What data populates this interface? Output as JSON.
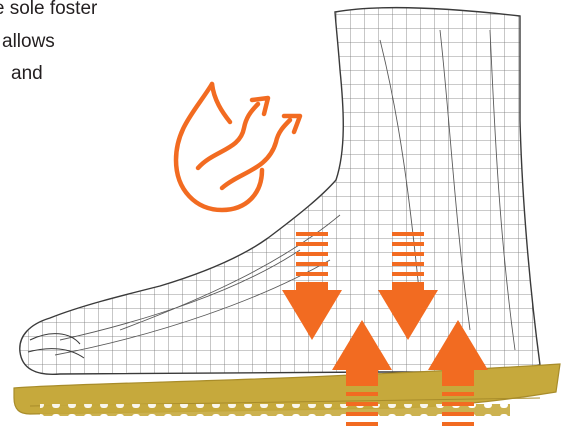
{
  "caption": {
    "line1": "the sole foster",
    "line2": "allows",
    "line3": "and"
  },
  "illustration": {
    "subject": "foot-wireframe-on-insole",
    "icons": [
      "heat-moisture-icon",
      "pressure-down-arrow",
      "support-up-arrow"
    ],
    "colors": {
      "accent": "#f26b21",
      "insole": "#c6a93c",
      "insole_dark": "#a88c2a",
      "mesh_line": "#5a5a5a",
      "mesh_fill": "#ffffff"
    }
  }
}
